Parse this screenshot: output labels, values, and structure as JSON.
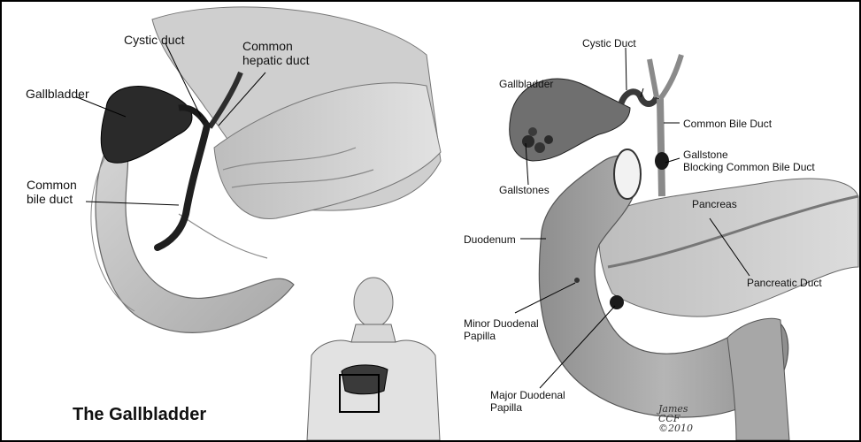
{
  "left": {
    "labels": {
      "cystic_duct": "Cystic duct",
      "common_hepatic_duct": "Common\nhepatic duct",
      "gallbladder": "Gallbladder",
      "common_bile_duct": "Common\nbile duct"
    },
    "title": "The Gallbladder"
  },
  "right": {
    "labels": {
      "cystic_duct": "Cystic Duct",
      "gallbladder": "Gallbladder",
      "common_bile_duct": "Common Bile Duct",
      "gallstone_blocking": "Gallstone\nBlocking Common Bile Duct",
      "gallstones": "Gallstones",
      "pancreas": "Pancreas",
      "duodenum": "Duodenum",
      "pancreatic_duct": "Pancreatic Duct",
      "minor_papilla": "Minor Duodenal\nPapilla",
      "major_papilla": "Major Duodenal\nPapilla"
    },
    "signature": "James\nCCF\n©2010"
  }
}
